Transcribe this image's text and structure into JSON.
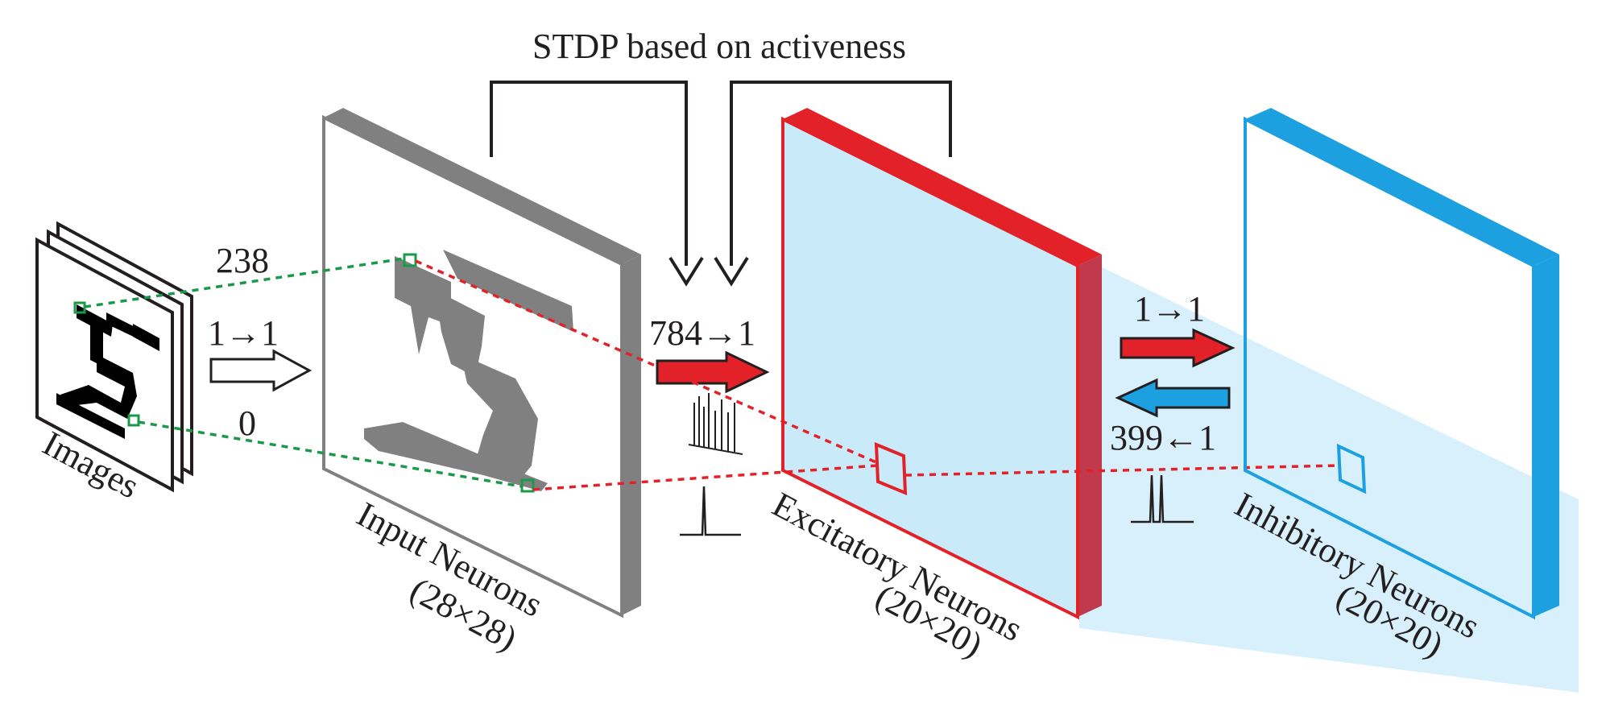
{
  "title": "STDP based on activeness",
  "images": {
    "label": "Images",
    "top_pixel_value": "238",
    "bottom_pixel_value": "0",
    "mapping": "1→1"
  },
  "input_layer": {
    "label_line1": "Input Neurons",
    "label_line2": "(28×28)",
    "color": "#808080"
  },
  "input_to_excitatory": {
    "mapping": "784→1",
    "color": "#e32129"
  },
  "excitatory_layer": {
    "label_line1": "Excitatory Neurons",
    "label_line2": "(20×20)",
    "color": "#e32129",
    "fill": "#c9ebf9"
  },
  "exc_to_inh": {
    "mapping": "1→1",
    "color": "#e32129"
  },
  "inh_to_exc": {
    "mapping": "399←1",
    "color": "#1ca0e0"
  },
  "inhibitory_layer": {
    "label_line1": "Inhibitory Neurons",
    "label_line2": "(20×20)",
    "color": "#1ca0e0"
  },
  "colors": {
    "link_green": "#1a9a48",
    "link_red": "#e32129",
    "ink": "#231f20"
  }
}
